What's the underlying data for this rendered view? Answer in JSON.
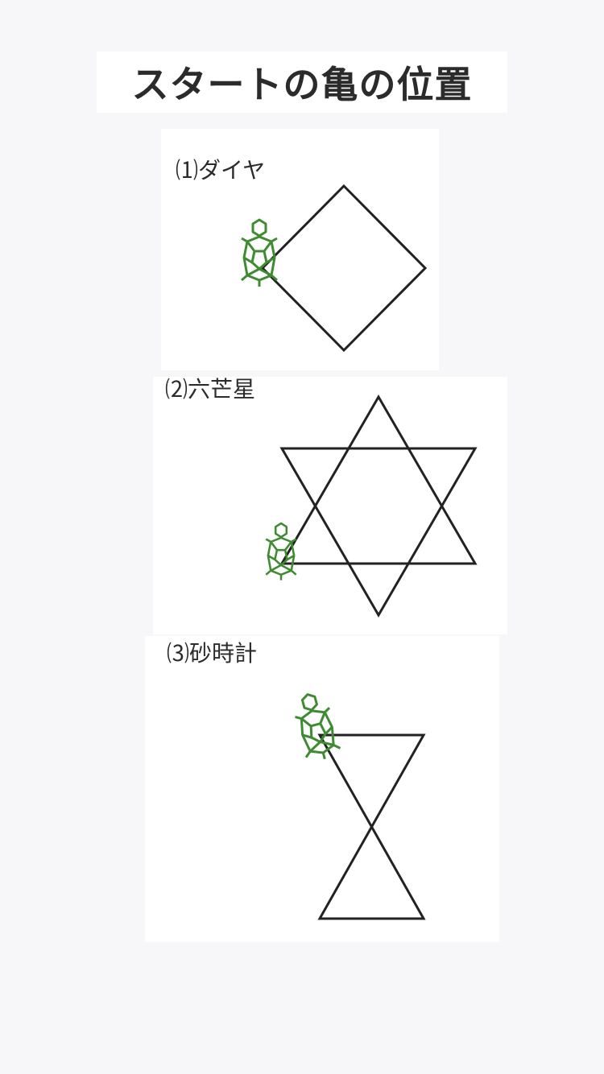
{
  "title": "スタートの亀の位置",
  "sections": [
    {
      "label": "⑴ダイヤ",
      "shape": "diamond"
    },
    {
      "label": "⑵六芒星",
      "shape": "hexagram"
    },
    {
      "label": "⑶砂時計",
      "shape": "hourglass"
    }
  ],
  "colors": {
    "line": "#222222",
    "turtle": "#3f8b32",
    "background": "#f7f7f9"
  },
  "icons": [
    "turtle-icon"
  ]
}
